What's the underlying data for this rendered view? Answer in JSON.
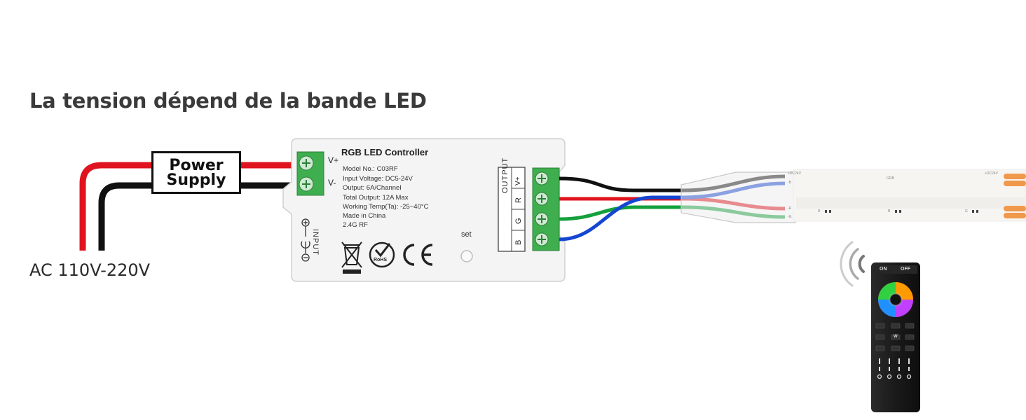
{
  "heading": "La tension dépend de la bande LED",
  "power_supply": {
    "line1": "Power",
    "line2": "Supply"
  },
  "ac_label": "AC 110V-220V",
  "controller": {
    "title": "RGB LED Controller",
    "specs": [
      "Model No.: C03RF",
      "Input Voltage: DC5-24V",
      "Output: 6A/Channel",
      "Total Output: 12A Max",
      "Working Temp(Ta): -25~40°C",
      "Made in China",
      "2.4G RF"
    ],
    "input_terminals": [
      "V+",
      "V-"
    ],
    "input_label": "INPUT",
    "output_label": "OUTPUT",
    "output_channels": [
      "V+",
      "R",
      "G",
      "B"
    ],
    "set_label": "set",
    "rohs_label": "RoHS",
    "ce_label": "CE"
  },
  "strip": {
    "dc_label_left": "+DC24V",
    "b_label": "-B",
    "r_label": "-R",
    "g_label": "-G",
    "grb_label": "GRB",
    "dc_label_right": "+DC24V",
    "seg_labels": [
      "R",
      "B",
      "G"
    ]
  },
  "remote": {
    "on_label": "ON",
    "off_label": "OFF",
    "w_label": "W"
  },
  "colors": {
    "wire_red": "#e0141e",
    "wire_black": "#111111",
    "wire_green": "#14a03c",
    "wire_blue": "#1446d2",
    "terminal_green": "#3fae4f",
    "pad_orange": "#f0984c"
  }
}
